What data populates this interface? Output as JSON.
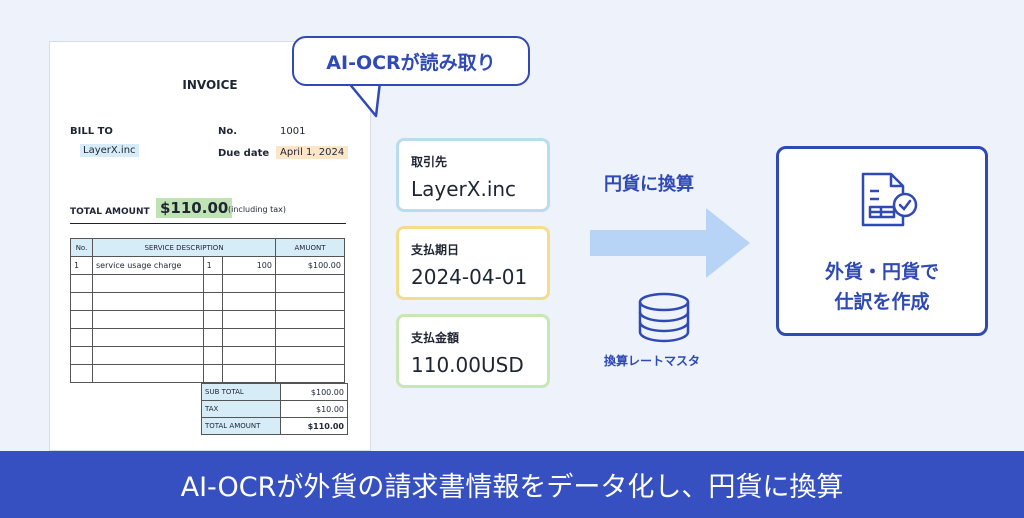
{
  "invoice": {
    "title": "INVOICE",
    "bill_to_label": "BILL TO",
    "bill_to_value": "LayerX.inc",
    "no_label": "No.",
    "no_value": "1001",
    "due_label": "Due date",
    "due_value": "April 1, 2024",
    "total_label": "TOTAL AMOUNT",
    "total_value": "$110.00",
    "total_note": "(including tax)",
    "headers": {
      "no": "No.",
      "desc": "SERVICE DESCRIPTION",
      "amount": "AMUONT"
    },
    "row": {
      "no": "1",
      "desc": "service usage charge",
      "qty": "1",
      "price": "100",
      "amount": "$100.00"
    },
    "sums": [
      {
        "label": "SUB TOTAL",
        "value": "$100.00"
      },
      {
        "label": "TAX",
        "value": "$10.00"
      },
      {
        "label": "TOTAL AMOUNT",
        "value": "$110.00"
      }
    ]
  },
  "bubble": "AI-OCRが読み取り",
  "fields": [
    {
      "label": "取引先",
      "value": "LayerX.inc",
      "color": "#b9dcef"
    },
    {
      "label": "支払期日",
      "value": "2024-04-01",
      "color": "#f2dd8b"
    },
    {
      "label": "支払金額",
      "value": "110.00USD",
      "color": "#c8e6b6"
    }
  ],
  "convert_label": "円貨に換算",
  "db_label": "換算レートマスタ",
  "result": {
    "line1": "外貨・円貨で",
    "line2": "仕訳を作成",
    "icon": "document-check-icon"
  },
  "footer": "AI-OCRが外貨の請求書情報をデータ化し、円貨に換算",
  "colors": {
    "accent": "#2f49b5",
    "footer": "#3650c2",
    "arrow": "#b7d4f7",
    "background": "#eef2fb"
  }
}
